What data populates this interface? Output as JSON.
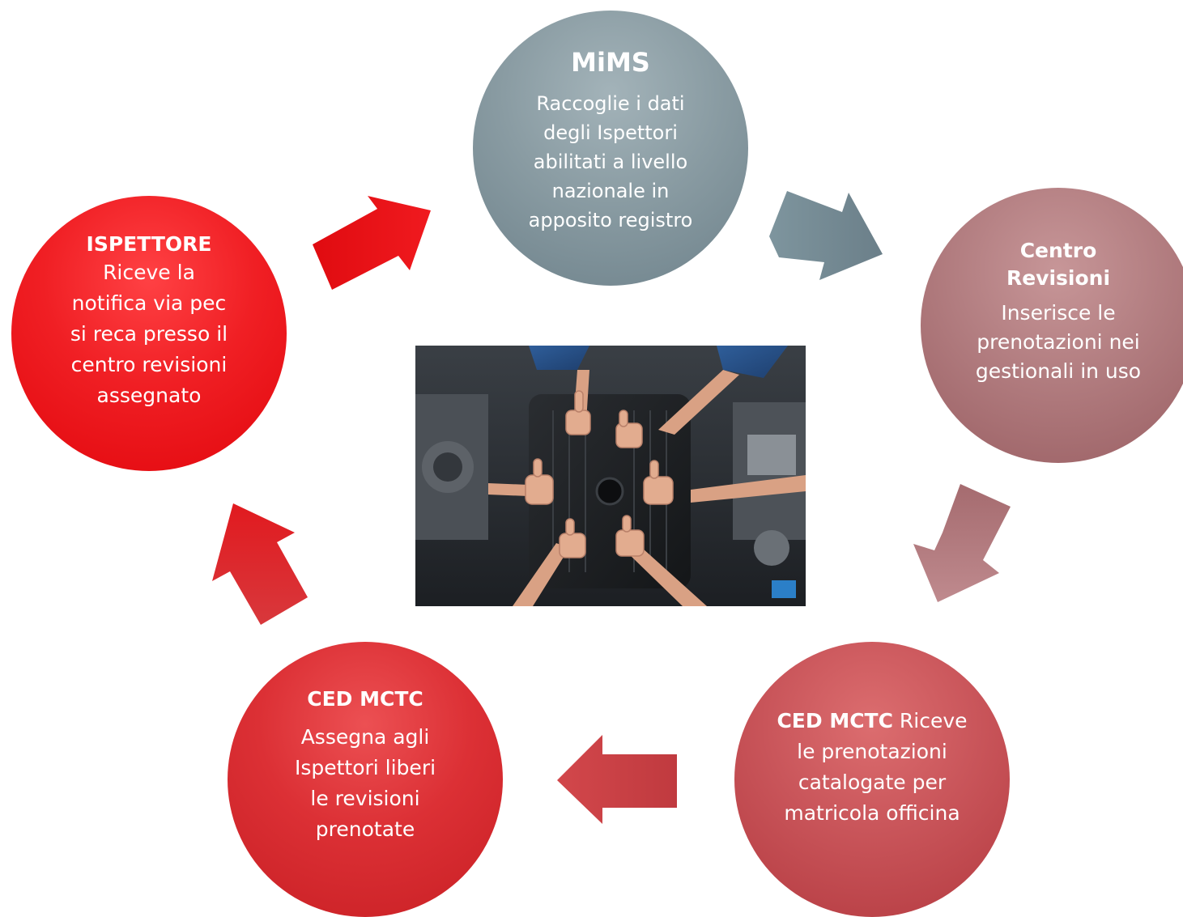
{
  "nodes": {
    "mims": {
      "title": "MiMS",
      "body": "Raccoglie i dati\ndegli Ispettori\nabilitati a livello\nnazionale in\napposito registro",
      "color": "#7a8f97"
    },
    "centro": {
      "title": "Centro\nRevisioni",
      "body": "Inserisce le\nprenotazioni nei\ngestionali in uso",
      "color": "#a87074"
    },
    "ced_right": {
      "title": "CED MCTC",
      "body_inline": " Riceve\nle prenotazioni\ncatalogate per\nmatricola officina",
      "color": "#c24a4e"
    },
    "ced_left": {
      "title": "CED MCTC",
      "body": "Assegna agli\nIspettori liberi\nle revisioni\nprenotate",
      "color": "#d72a2d"
    },
    "ispettore": {
      "title": "ISPETTORE",
      "body": "Riceve la\nnotifica via pec\nsi reca presso il\ncentro revisioni\nassegnato",
      "color": "#e8161c"
    }
  },
  "photo": {
    "subject": "hands-thumbs-up-over-car-engine"
  }
}
